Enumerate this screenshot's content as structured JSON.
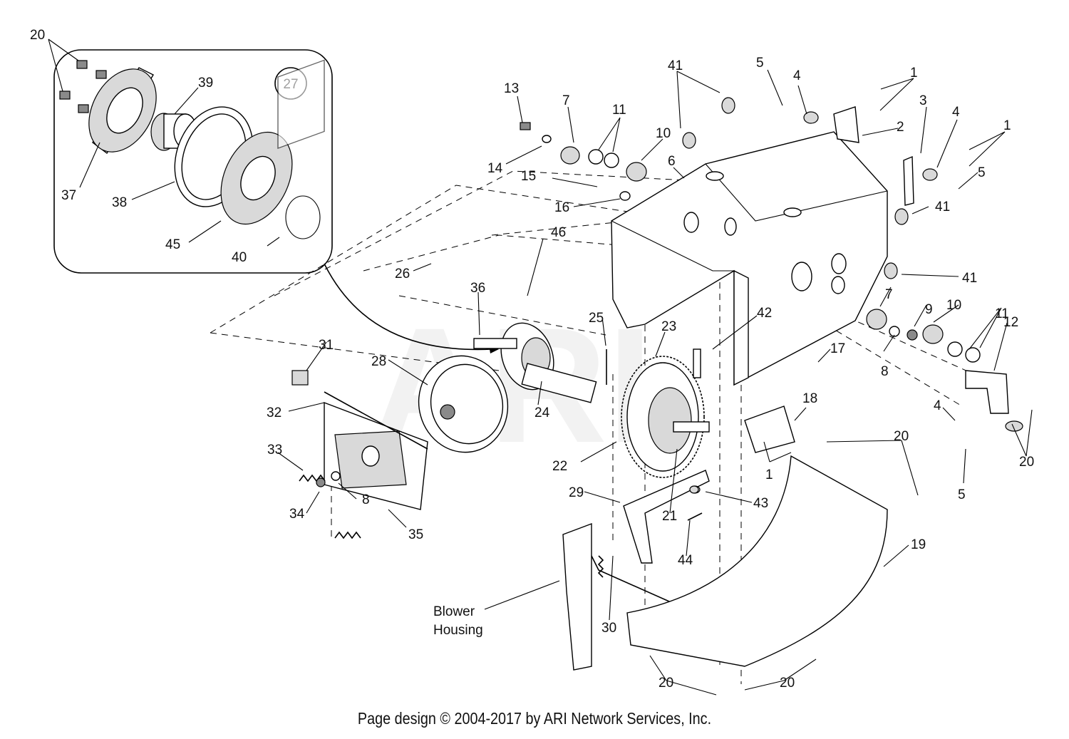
{
  "inset": {
    "reference_number": "27",
    "labels": [
      {
        "id": "i20",
        "text": "20"
      },
      {
        "id": "i39",
        "text": "39"
      },
      {
        "id": "i37",
        "text": "37"
      },
      {
        "id": "i38",
        "text": "38"
      },
      {
        "id": "i45",
        "text": "45"
      },
      {
        "id": "i40",
        "text": "40"
      }
    ]
  },
  "callouts": [
    {
      "id": "c41a",
      "text": "41"
    },
    {
      "id": "c5a",
      "text": "5"
    },
    {
      "id": "c4a",
      "text": "4"
    },
    {
      "id": "c1a",
      "text": "1"
    },
    {
      "id": "c13",
      "text": "13"
    },
    {
      "id": "c7a",
      "text": "7"
    },
    {
      "id": "c11a",
      "text": "11"
    },
    {
      "id": "c10a",
      "text": "10"
    },
    {
      "id": "c3",
      "text": "3"
    },
    {
      "id": "c4b",
      "text": "4"
    },
    {
      "id": "c1b",
      "text": "1"
    },
    {
      "id": "c2",
      "text": "2"
    },
    {
      "id": "c14",
      "text": "14"
    },
    {
      "id": "c6",
      "text": "6"
    },
    {
      "id": "c15",
      "text": "15"
    },
    {
      "id": "c5b",
      "text": "5"
    },
    {
      "id": "c16",
      "text": "16"
    },
    {
      "id": "c41b",
      "text": "41"
    },
    {
      "id": "c46",
      "text": "46"
    },
    {
      "id": "c26",
      "text": "26"
    },
    {
      "id": "c41c",
      "text": "41"
    },
    {
      "id": "c36",
      "text": "36"
    },
    {
      "id": "c25",
      "text": "25"
    },
    {
      "id": "c42",
      "text": "42"
    },
    {
      "id": "c7b",
      "text": "7"
    },
    {
      "id": "c9",
      "text": "9"
    },
    {
      "id": "c10b",
      "text": "10"
    },
    {
      "id": "c11b",
      "text": "11"
    },
    {
      "id": "c12",
      "text": "12"
    },
    {
      "id": "c31",
      "text": "31"
    },
    {
      "id": "c23",
      "text": "23"
    },
    {
      "id": "c17",
      "text": "17"
    },
    {
      "id": "c8a",
      "text": "8"
    },
    {
      "id": "c28",
      "text": "28"
    },
    {
      "id": "c18",
      "text": "18"
    },
    {
      "id": "c32",
      "text": "32"
    },
    {
      "id": "c24",
      "text": "24"
    },
    {
      "id": "c4c",
      "text": "4"
    },
    {
      "id": "c20a",
      "text": "20"
    },
    {
      "id": "c33",
      "text": "33"
    },
    {
      "id": "c22",
      "text": "22"
    },
    {
      "id": "c1c",
      "text": "1"
    },
    {
      "id": "c20b",
      "text": "20"
    },
    {
      "id": "c5c",
      "text": "5"
    },
    {
      "id": "c29",
      "text": "29"
    },
    {
      "id": "c8b",
      "text": "8"
    },
    {
      "id": "c43",
      "text": "43"
    },
    {
      "id": "c34",
      "text": "34"
    },
    {
      "id": "c21",
      "text": "21"
    },
    {
      "id": "c35",
      "text": "35"
    },
    {
      "id": "c44",
      "text": "44"
    },
    {
      "id": "c19",
      "text": "19"
    },
    {
      "id": "c30",
      "text": "30"
    },
    {
      "id": "c20c",
      "text": "20"
    },
    {
      "id": "c20d",
      "text": "20"
    }
  ],
  "blower_housing": {
    "line1": "Blower",
    "line2": "Housing"
  },
  "watermark": "ARI",
  "footer": "Page design © 2004-2017 by ARI Network Services, Inc."
}
